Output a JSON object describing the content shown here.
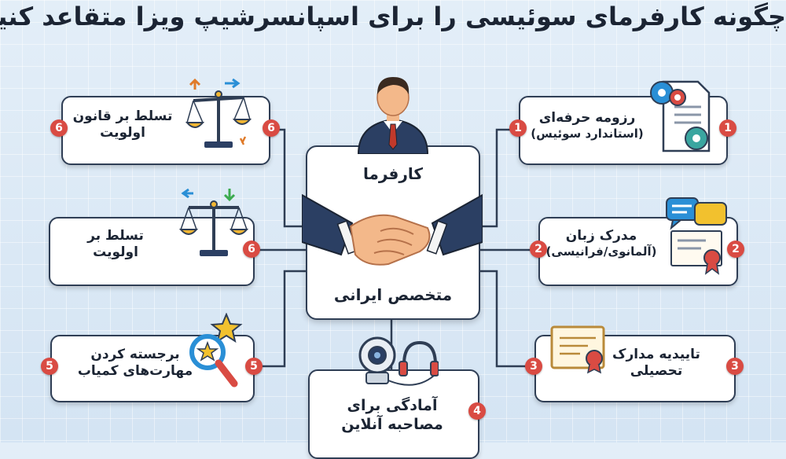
{
  "title": "چگونه کارفرمای سوئیسی را برای اسپانسرشیپ ویزا متقاعد کنیم؟",
  "center": {
    "top_label": "کارفرما",
    "bottom_label": "متخصص ایرانی"
  },
  "steps": [
    {
      "number": "1",
      "label": "رزومه حرفه‌ای",
      "sublabel": "(استاندارد سوئیس)",
      "icon": "document-gears-icon"
    },
    {
      "number": "2",
      "label": "مدرک زبان",
      "sublabel": "(آلمانوی/فرانیسی)",
      "icon": "certificate-chat-icon"
    },
    {
      "number": "3",
      "label": "تاییدیه مدارک",
      "sublabel": "تحصیلی",
      "icon": "diploma-icon"
    },
    {
      "number": "4",
      "label": "آمادگی برای",
      "sublabel": "مصاحبه آنلاین",
      "icon": "webcam-headset-icon"
    },
    {
      "number": "5",
      "label": "برجسته کردن",
      "sublabel": "مهارت‌های کمیاب",
      "icon": "magnifier-star-icon"
    },
    {
      "number": "6",
      "label": "تسلط بر",
      "sublabel": "اولویت",
      "icon": "scale-icon"
    },
    {
      "number": "6",
      "label": "تسلط بر قانون",
      "sublabel": "اولویت",
      "icon": "scale-arrows-icon"
    }
  ],
  "colors": {
    "badge": "#d94b43",
    "border": "#2f3e55",
    "suit": "#2b3f63",
    "tie": "#c0392b"
  }
}
